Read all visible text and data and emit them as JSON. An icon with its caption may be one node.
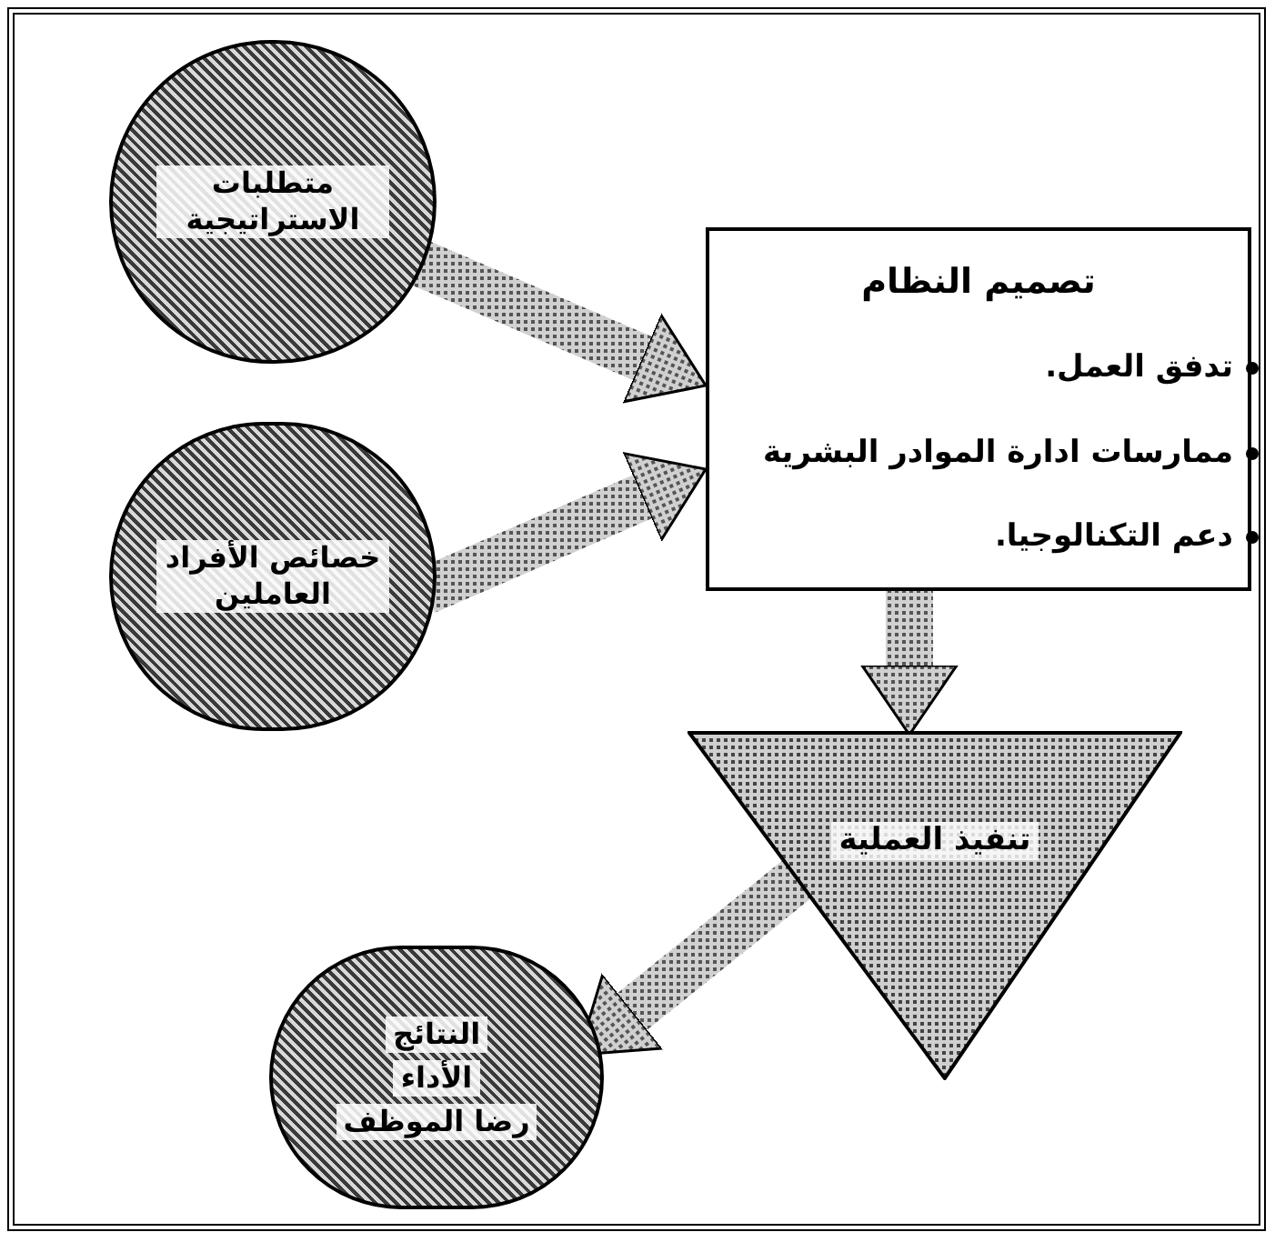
{
  "diagram": {
    "nodes": [
      {
        "text": [
          "متطلبات الاستراتيجية"
        ]
      },
      {
        "text": [
          "خصائص الأفراد العاملين"
        ]
      },
      {
        "text": [
          "تصميم النظام",
          "تدفق العمل.",
          "ممارسات ادارة الموادر البشرية",
          "دعم التكنالوجيا."
        ]
      },
      {
        "text": [
          "تنفيذ العملية"
        ]
      },
      {
        "text": [
          "النتائج",
          "الأداء",
          "رضا الموظف"
        ]
      }
    ],
    "edges": [
      {
        "from": 0,
        "to": 2,
        "arrow": "to",
        "style": "thick"
      },
      {
        "from": 1,
        "to": 2,
        "arrow": "to",
        "style": "thick"
      },
      {
        "from": 2,
        "to": 3,
        "arrow": "to",
        "style": "thick"
      },
      {
        "from": 3,
        "to": 4,
        "arrow": "to",
        "style": "thick"
      }
    ]
  }
}
